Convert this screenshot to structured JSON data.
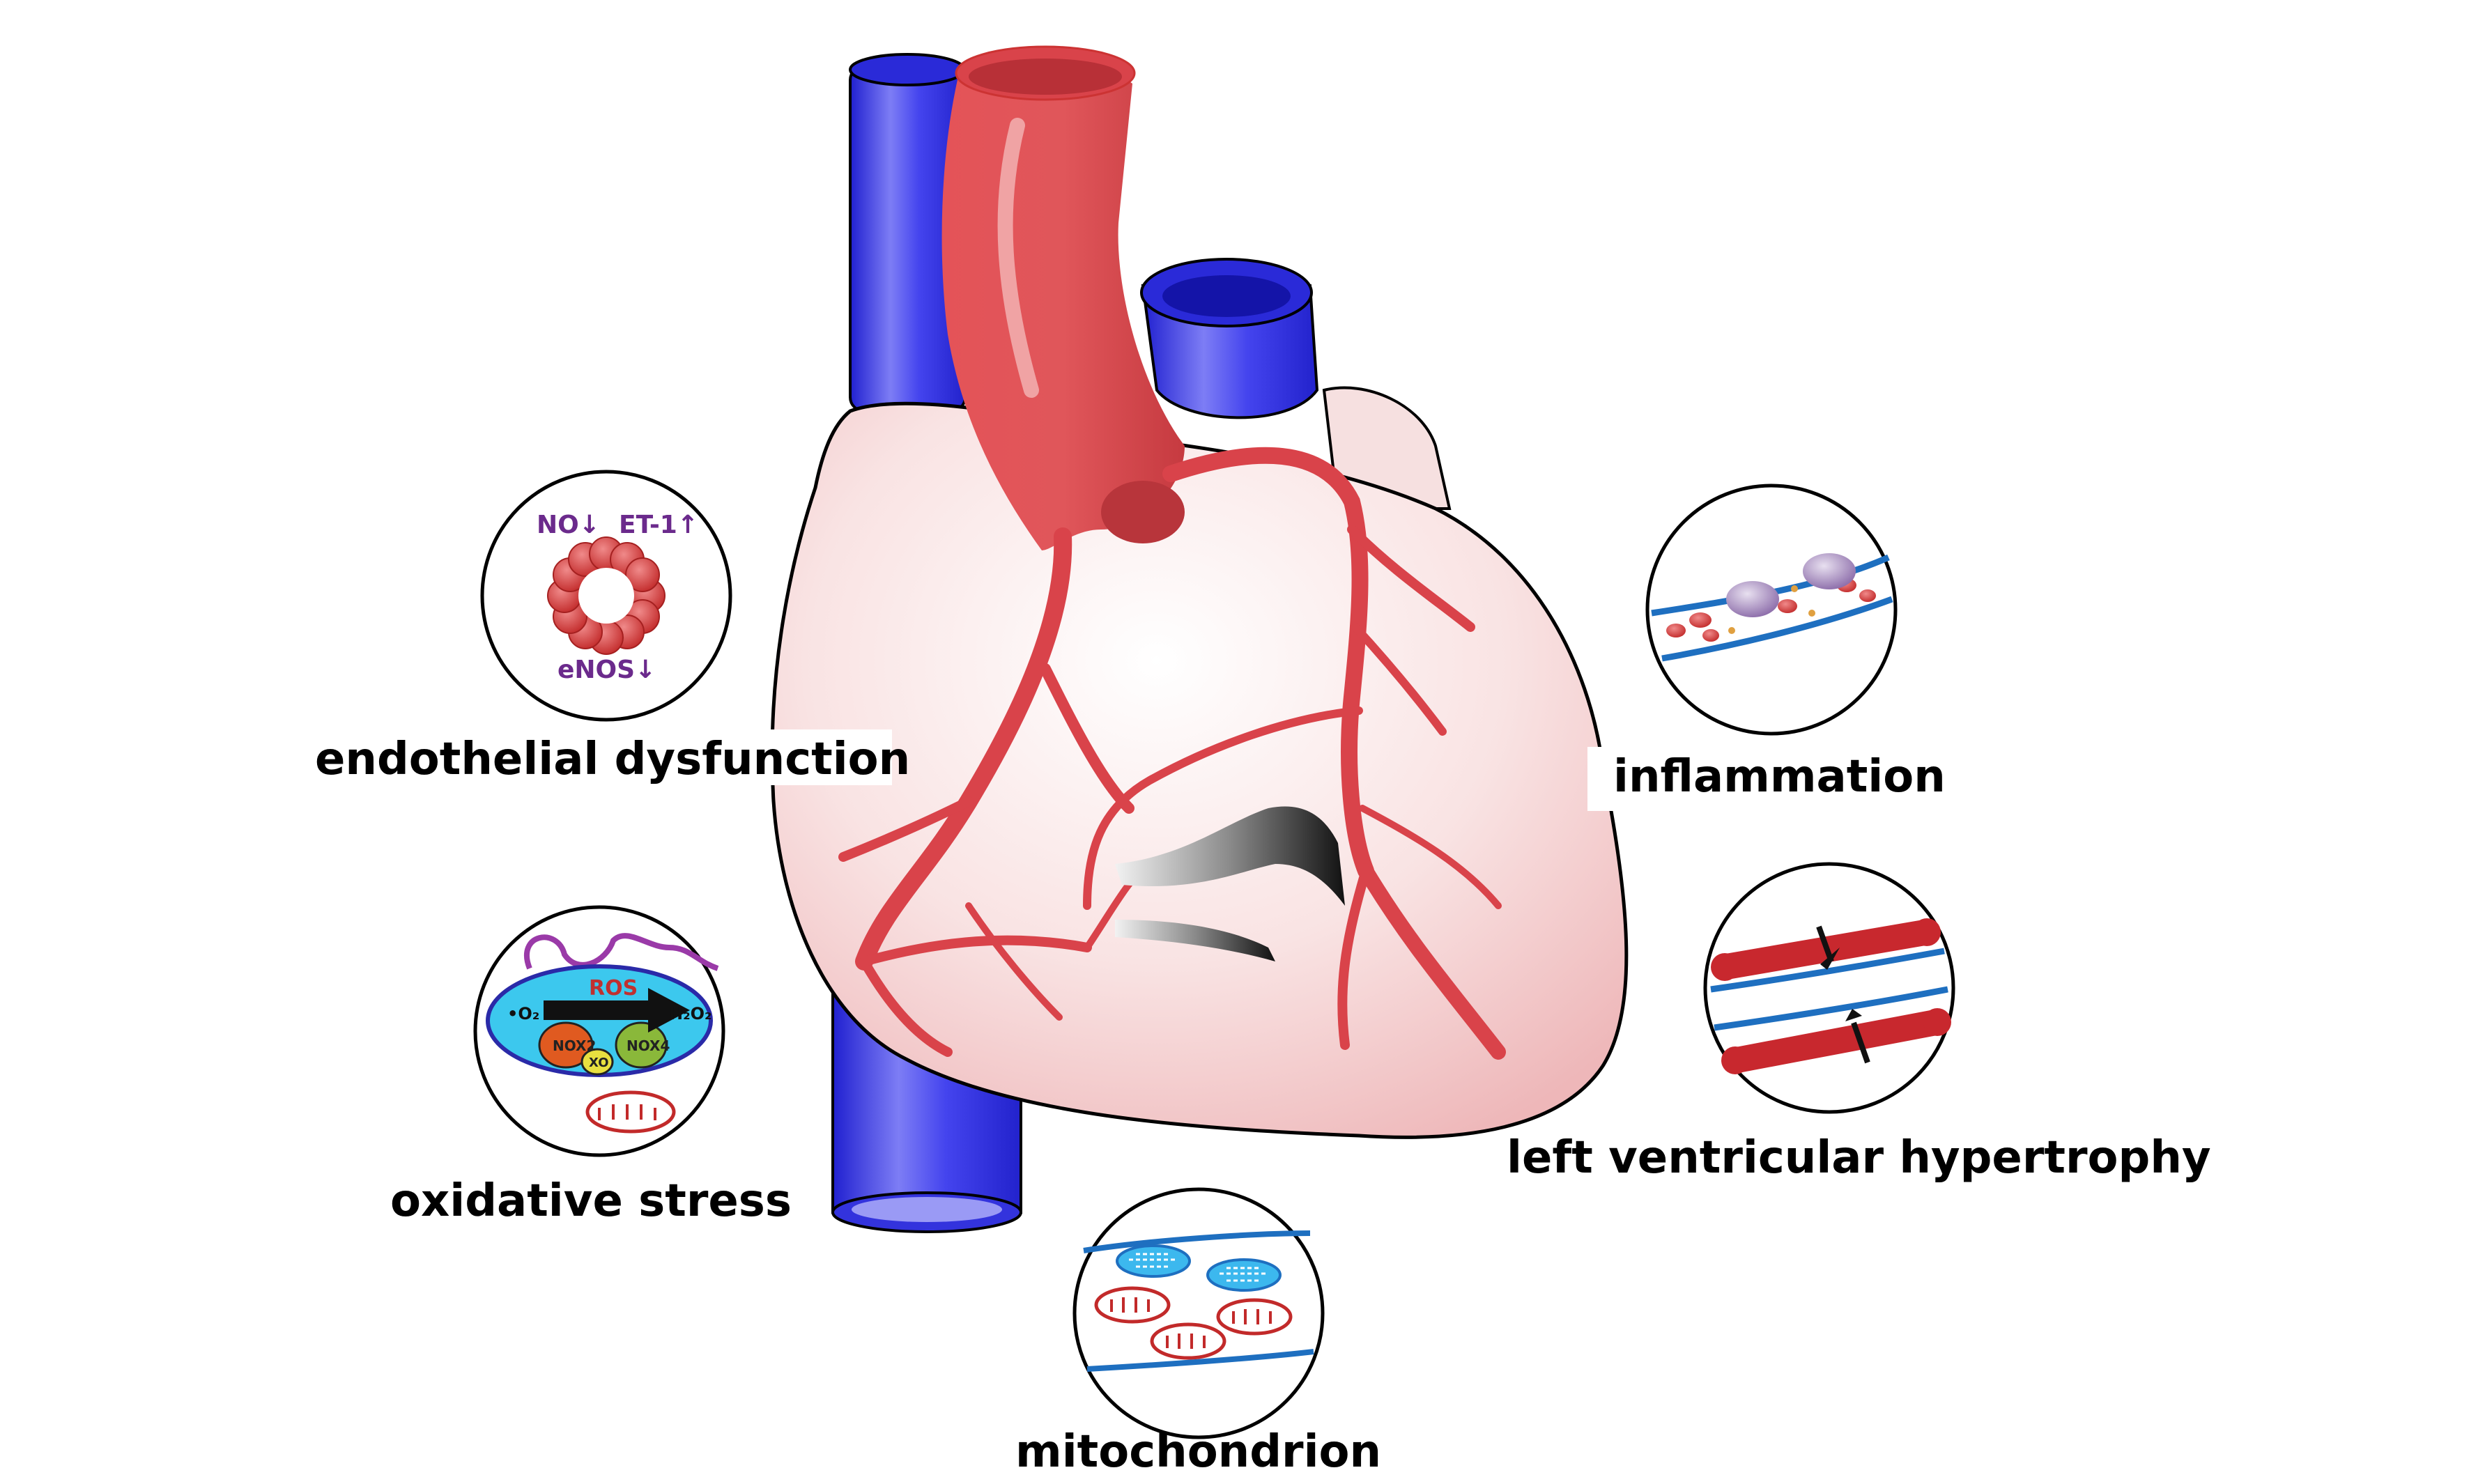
{
  "labels": {
    "endothelial": "endothelial dysfunction",
    "oxidative": "oxidative stress",
    "mitochondrion": "mitochondrion",
    "inflammation": "inflammation",
    "lvh": "left ventricular hypertrophy"
  },
  "endothelial_circle": {
    "no": "NO↓",
    "et1": "ET-1↑",
    "enos": "eNOS↓"
  },
  "oxidative_circle": {
    "ros": "ROS",
    "o2": "•O₂",
    "h2o2": "H₂O₂",
    "nox2": "NOX2",
    "nox4": "NOX4",
    "xo": "XO"
  },
  "colors": {
    "heart_fill": "#f7dcdc",
    "artery_red": "#d9434a",
    "vein_blue": "#3a3cf0",
    "label_purple": "#6b2a8c",
    "ros_red": "#c03030",
    "vessel_line": "#1e6fc0"
  }
}
